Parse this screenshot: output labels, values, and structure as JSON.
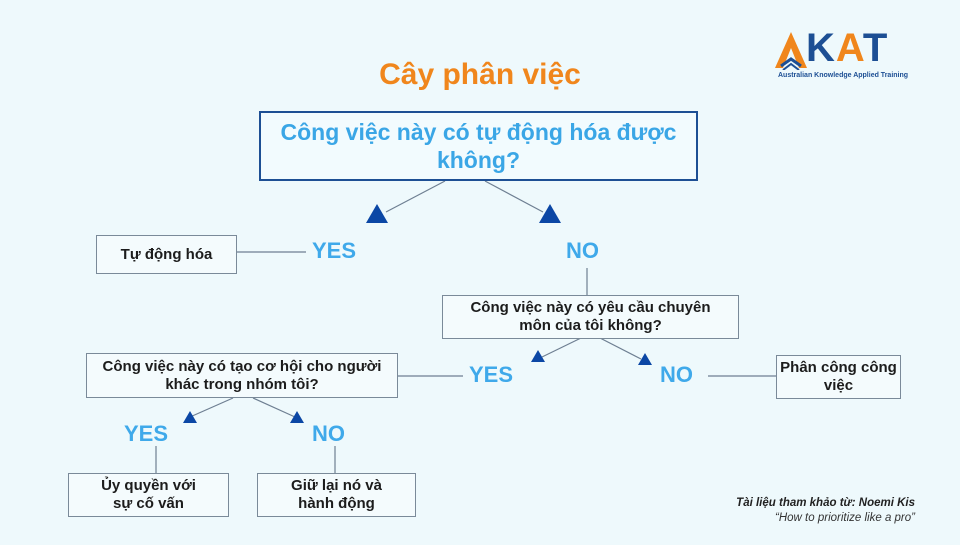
{
  "logo": {
    "letters": [
      "A",
      "K",
      "A",
      "T"
    ],
    "tagline": "Australian Knowledge Applied Training",
    "colors": {
      "orange": "#f0861c",
      "blue": "#1d4f94"
    }
  },
  "title": "Cây phân việc",
  "nodes": {
    "root": "Công việc này có tự động hóa được không?",
    "automate": "Tự động hóa",
    "expertise_question": "Công việc này có yêu cầu chuyên môn của tôi không?",
    "assign": "Phân công công việc",
    "opportunity_question": "Công việc này có tạo cơ hội cho người khác trong nhóm tôi?",
    "delegate": "Ủy quyền với sự cố vấn",
    "keep": "Giữ lại nó và hành động"
  },
  "labels": {
    "yes": "YES",
    "no": "NO"
  },
  "reference": {
    "line1": "Tài liệu tham khảo từ: Noemi Kis",
    "line2": "“How to prioritize like a pro”"
  },
  "colors": {
    "background": "#eef9fc",
    "title": "#f0861c",
    "label": "#3fa9ea",
    "triangle": "#0b47a5",
    "root_border": "#1d4f94"
  }
}
